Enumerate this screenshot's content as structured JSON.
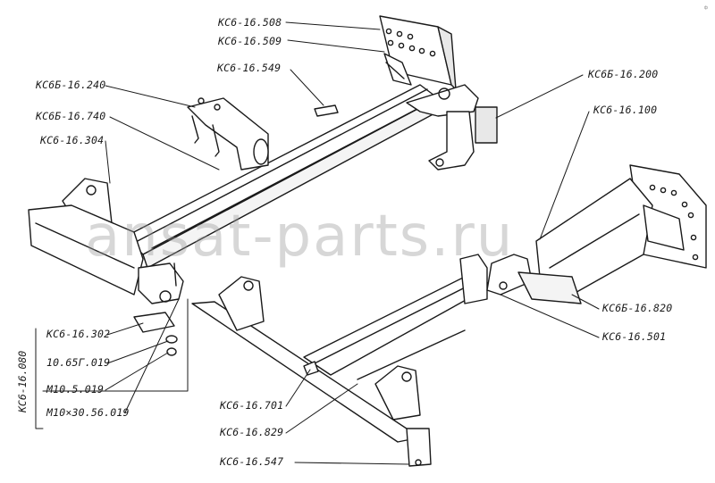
{
  "labels": {
    "l508": "КС6-16.508",
    "l509": "КС6-16.509",
    "l549": "КС6-16.549",
    "l240": "КС6Б-16.240",
    "l740": "КС6Б-16.740",
    "l304": "КС6-16.304",
    "l200": "КС6Б-16.200",
    "l100": "КС6-16.100",
    "l820": "КС6Б-16.820",
    "l501": "КС6-16.501",
    "l302": "КС6-16.302",
    "l1065": "10.65Г.019",
    "lm10": "М10.5.019",
    "lm1030": "М10×30.56.019",
    "l080": "КС6-16.080",
    "l701": "КС6-16.701",
    "l829": "КС6-16.829",
    "l547": "КС6-16.547"
  },
  "watermark": "ansat-parts.ru",
  "corner_mark": "ф"
}
